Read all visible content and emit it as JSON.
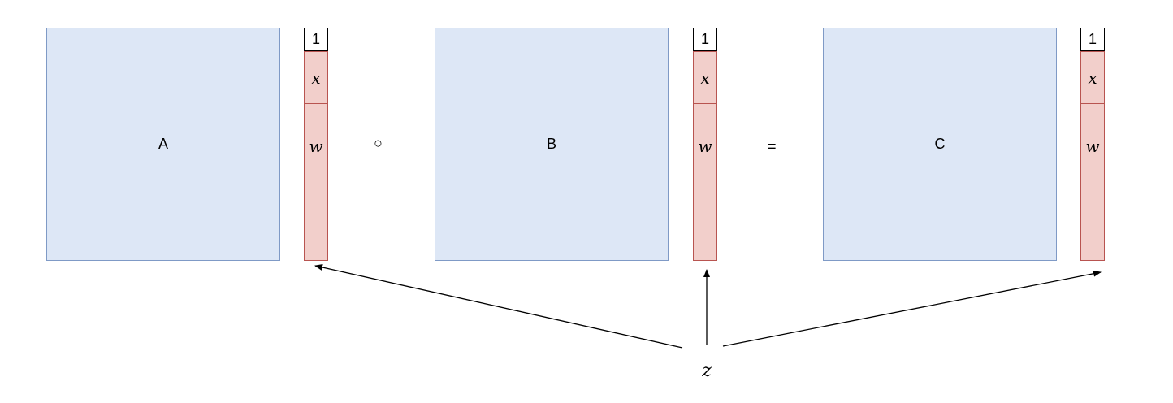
{
  "matrices": [
    {
      "label": "A"
    },
    {
      "label": "B"
    },
    {
      "label": "C"
    }
  ],
  "vectors": [
    {
      "top": "1",
      "mid": "x",
      "bottom": "w"
    },
    {
      "top": "1",
      "mid": "x",
      "bottom": "w"
    },
    {
      "top": "1",
      "mid": "x",
      "bottom": "w"
    }
  ],
  "operators": {
    "hadamard": "○",
    "equals": "="
  },
  "source": {
    "label": "z"
  },
  "colors": {
    "matrix_fill": "#dde7f6",
    "matrix_border": "#7f9ac6",
    "vector_fill": "#f2cfcb",
    "vector_border": "#b85450"
  }
}
